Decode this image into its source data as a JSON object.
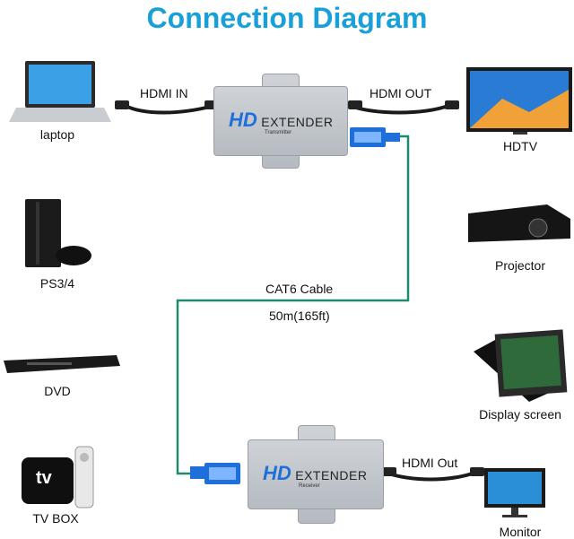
{
  "title": "Connection Diagram",
  "transmitter": {
    "brand": "HD",
    "name": "EXTENDER",
    "sub": "Transmitter"
  },
  "receiver": {
    "brand": "HD",
    "name": "EXTENDER",
    "sub": "Receiver"
  },
  "cables": {
    "hdmi_in": "HDMI IN",
    "hdmi_out_top": "HDMI OUT",
    "hdmi_out_bottom": "HDMI Out",
    "cat6": "CAT6 Cable",
    "length": "50m(165ft)"
  },
  "sources": [
    "laptop",
    "PS3/4",
    "DVD",
    "TV BOX"
  ],
  "displays": [
    "HDTV",
    "Projector",
    "Display screen",
    "Monitor"
  ],
  "tvbox_screen": "tv",
  "colors": {
    "title": "#1aa0d8",
    "cat6": "#1f8a6f",
    "connector": "#1e6fd9"
  }
}
